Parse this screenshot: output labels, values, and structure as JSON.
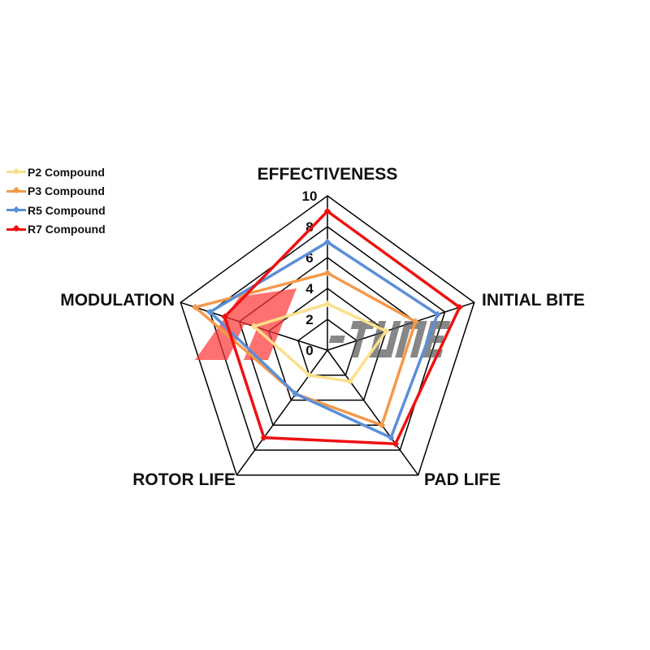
{
  "chart_data": {
    "type": "radar",
    "title": "",
    "axes": [
      "EFFECTIVENESS",
      "INITIAL BITE",
      "PAD LIFE",
      "ROTOR LIFE",
      "MODULATION"
    ],
    "ticks": [
      "0",
      "2",
      "4",
      "6",
      "8",
      "10"
    ],
    "range": [
      0,
      10
    ],
    "legend_position": "top-left",
    "series": [
      {
        "name": "P2 Compound",
        "color": "#fbe08a",
        "values": [
          3,
          4,
          2.5,
          2,
          5
        ]
      },
      {
        "name": "P3 Compound",
        "color": "#f4994a",
        "values": [
          5,
          6,
          6,
          3.5,
          9
        ]
      },
      {
        "name": "R5 Compound",
        "color": "#5b8fd8",
        "values": [
          7,
          7.5,
          7,
          3.5,
          8
        ]
      },
      {
        "name": "R7 Compound",
        "color": "#ee1111",
        "values": [
          9,
          9,
          7.5,
          7,
          7
        ]
      }
    ]
  },
  "watermark": {
    "text": "A-TUNE"
  }
}
